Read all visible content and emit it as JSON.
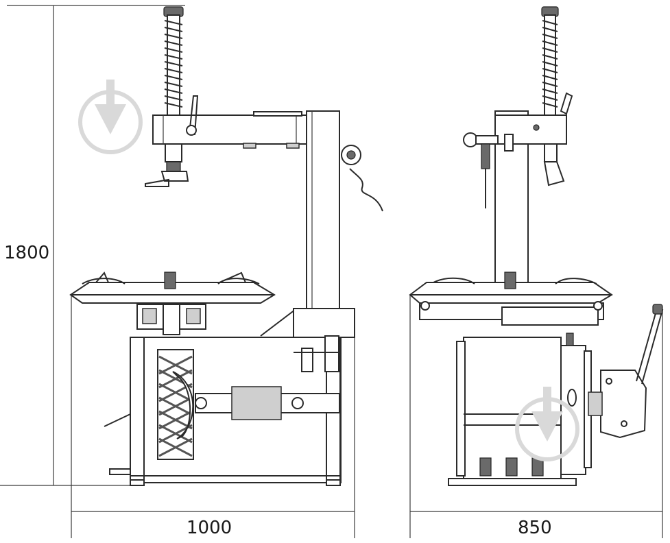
{
  "dimensions": {
    "height": "1800",
    "width_front": "1000",
    "width_side": "850"
  },
  "watermark": {
    "icon": "download-arrow-icon"
  }
}
